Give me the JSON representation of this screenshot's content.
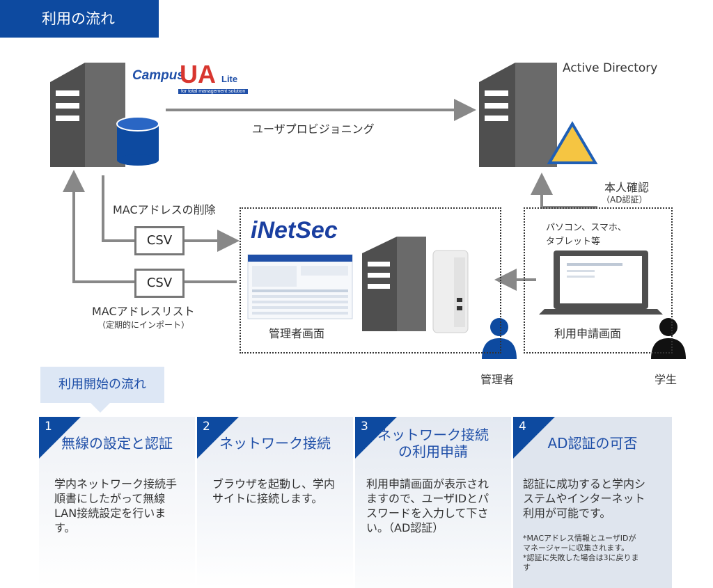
{
  "header": {
    "title": "利用の流れ"
  },
  "diagram": {
    "campus_logo": {
      "prefix": "Campus",
      "ua": "UA",
      "suffix": "Lite",
      "tagline": "for total management solution"
    },
    "active_directory": "Active Directory",
    "provisioning": "ユーザプロビジョニング",
    "mac_delete": "MACアドレスの削除",
    "csv_label": "CSV",
    "mac_list": "MACアドレスリスト",
    "mac_list_note": "（定期的にインポート）",
    "inetsec_logo": "iNetSec",
    "admin_screen": "管理者画面",
    "identity_check": "本人確認",
    "ad_auth": "（AD認証）",
    "devices": "パソコン、スマホ、\nタブレット等",
    "apply_screen": "利用申請画面",
    "admin": "管理者",
    "student": "学生"
  },
  "flow": {
    "bubble": "利用開始の流れ",
    "steps": [
      {
        "num": "1",
        "title": "無線の設定と認証",
        "body": "学内ネットワーク接続手\n順書にしたがって無線\nLAN接続設定を行います。",
        "note": ""
      },
      {
        "num": "2",
        "title": "ネットワーク接続",
        "body": "ブラウザを起動し、学内\nサイトに接続します。",
        "note": ""
      },
      {
        "num": "3",
        "title": "ネットワーク接続\nの利用申請",
        "body": "利用申請画面が表示され\nますので、ユーザIDとパ\nスワードを入力して下さ\nい。（AD認証）",
        "note": ""
      },
      {
        "num": "4",
        "title": "AD認証の可否",
        "body": "認証に成功すると学内シ\nステムやインターネット\n利用が可能です。",
        "note": "*MACアドレス情報とユーザIDが\nマネージャーに収集されます。\n*認証に失敗した場合は3に戻りま\nす"
      }
    ]
  },
  "colors": {
    "brand": "#0d4aa0",
    "server": "#555555",
    "ad_triangle": "#f5c542"
  }
}
